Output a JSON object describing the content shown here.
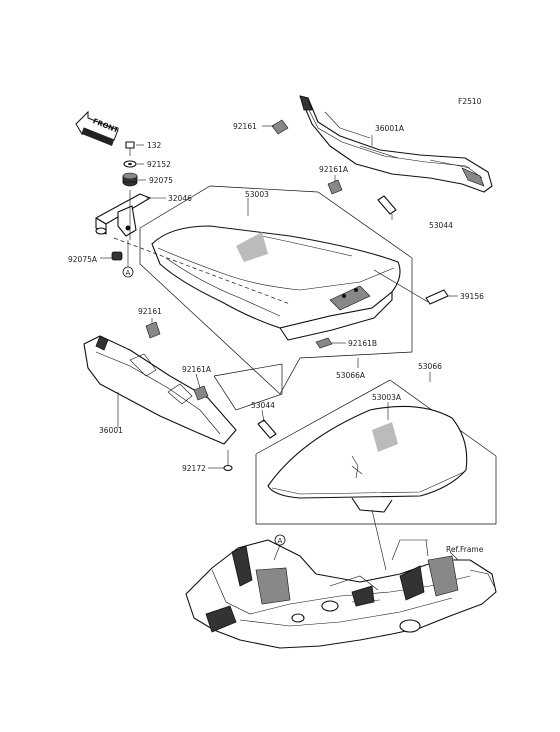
{
  "figure_code": "F2510",
  "front_arrow_text": "FRONT",
  "ref_mark": "A",
  "parts": {
    "p92161_top": "92161",
    "p36001A": "36001A",
    "p92161A_top": "92161A",
    "p53044_top": "53044",
    "p132": "132",
    "p92152": "92152",
    "p92075": "92075",
    "p32046": "32046",
    "p92075A": "92075A",
    "p53003": "53003",
    "p39156": "39156",
    "p92161B": "92161B",
    "p53066A": "53066A",
    "p92161_left": "92161",
    "p92161A_left": "92161A",
    "p53044_mid": "53044",
    "p36001": "36001",
    "p92172": "92172",
    "p53066": "53066",
    "p53003A": "53003A",
    "ref_frame": "Ref.Frame"
  }
}
